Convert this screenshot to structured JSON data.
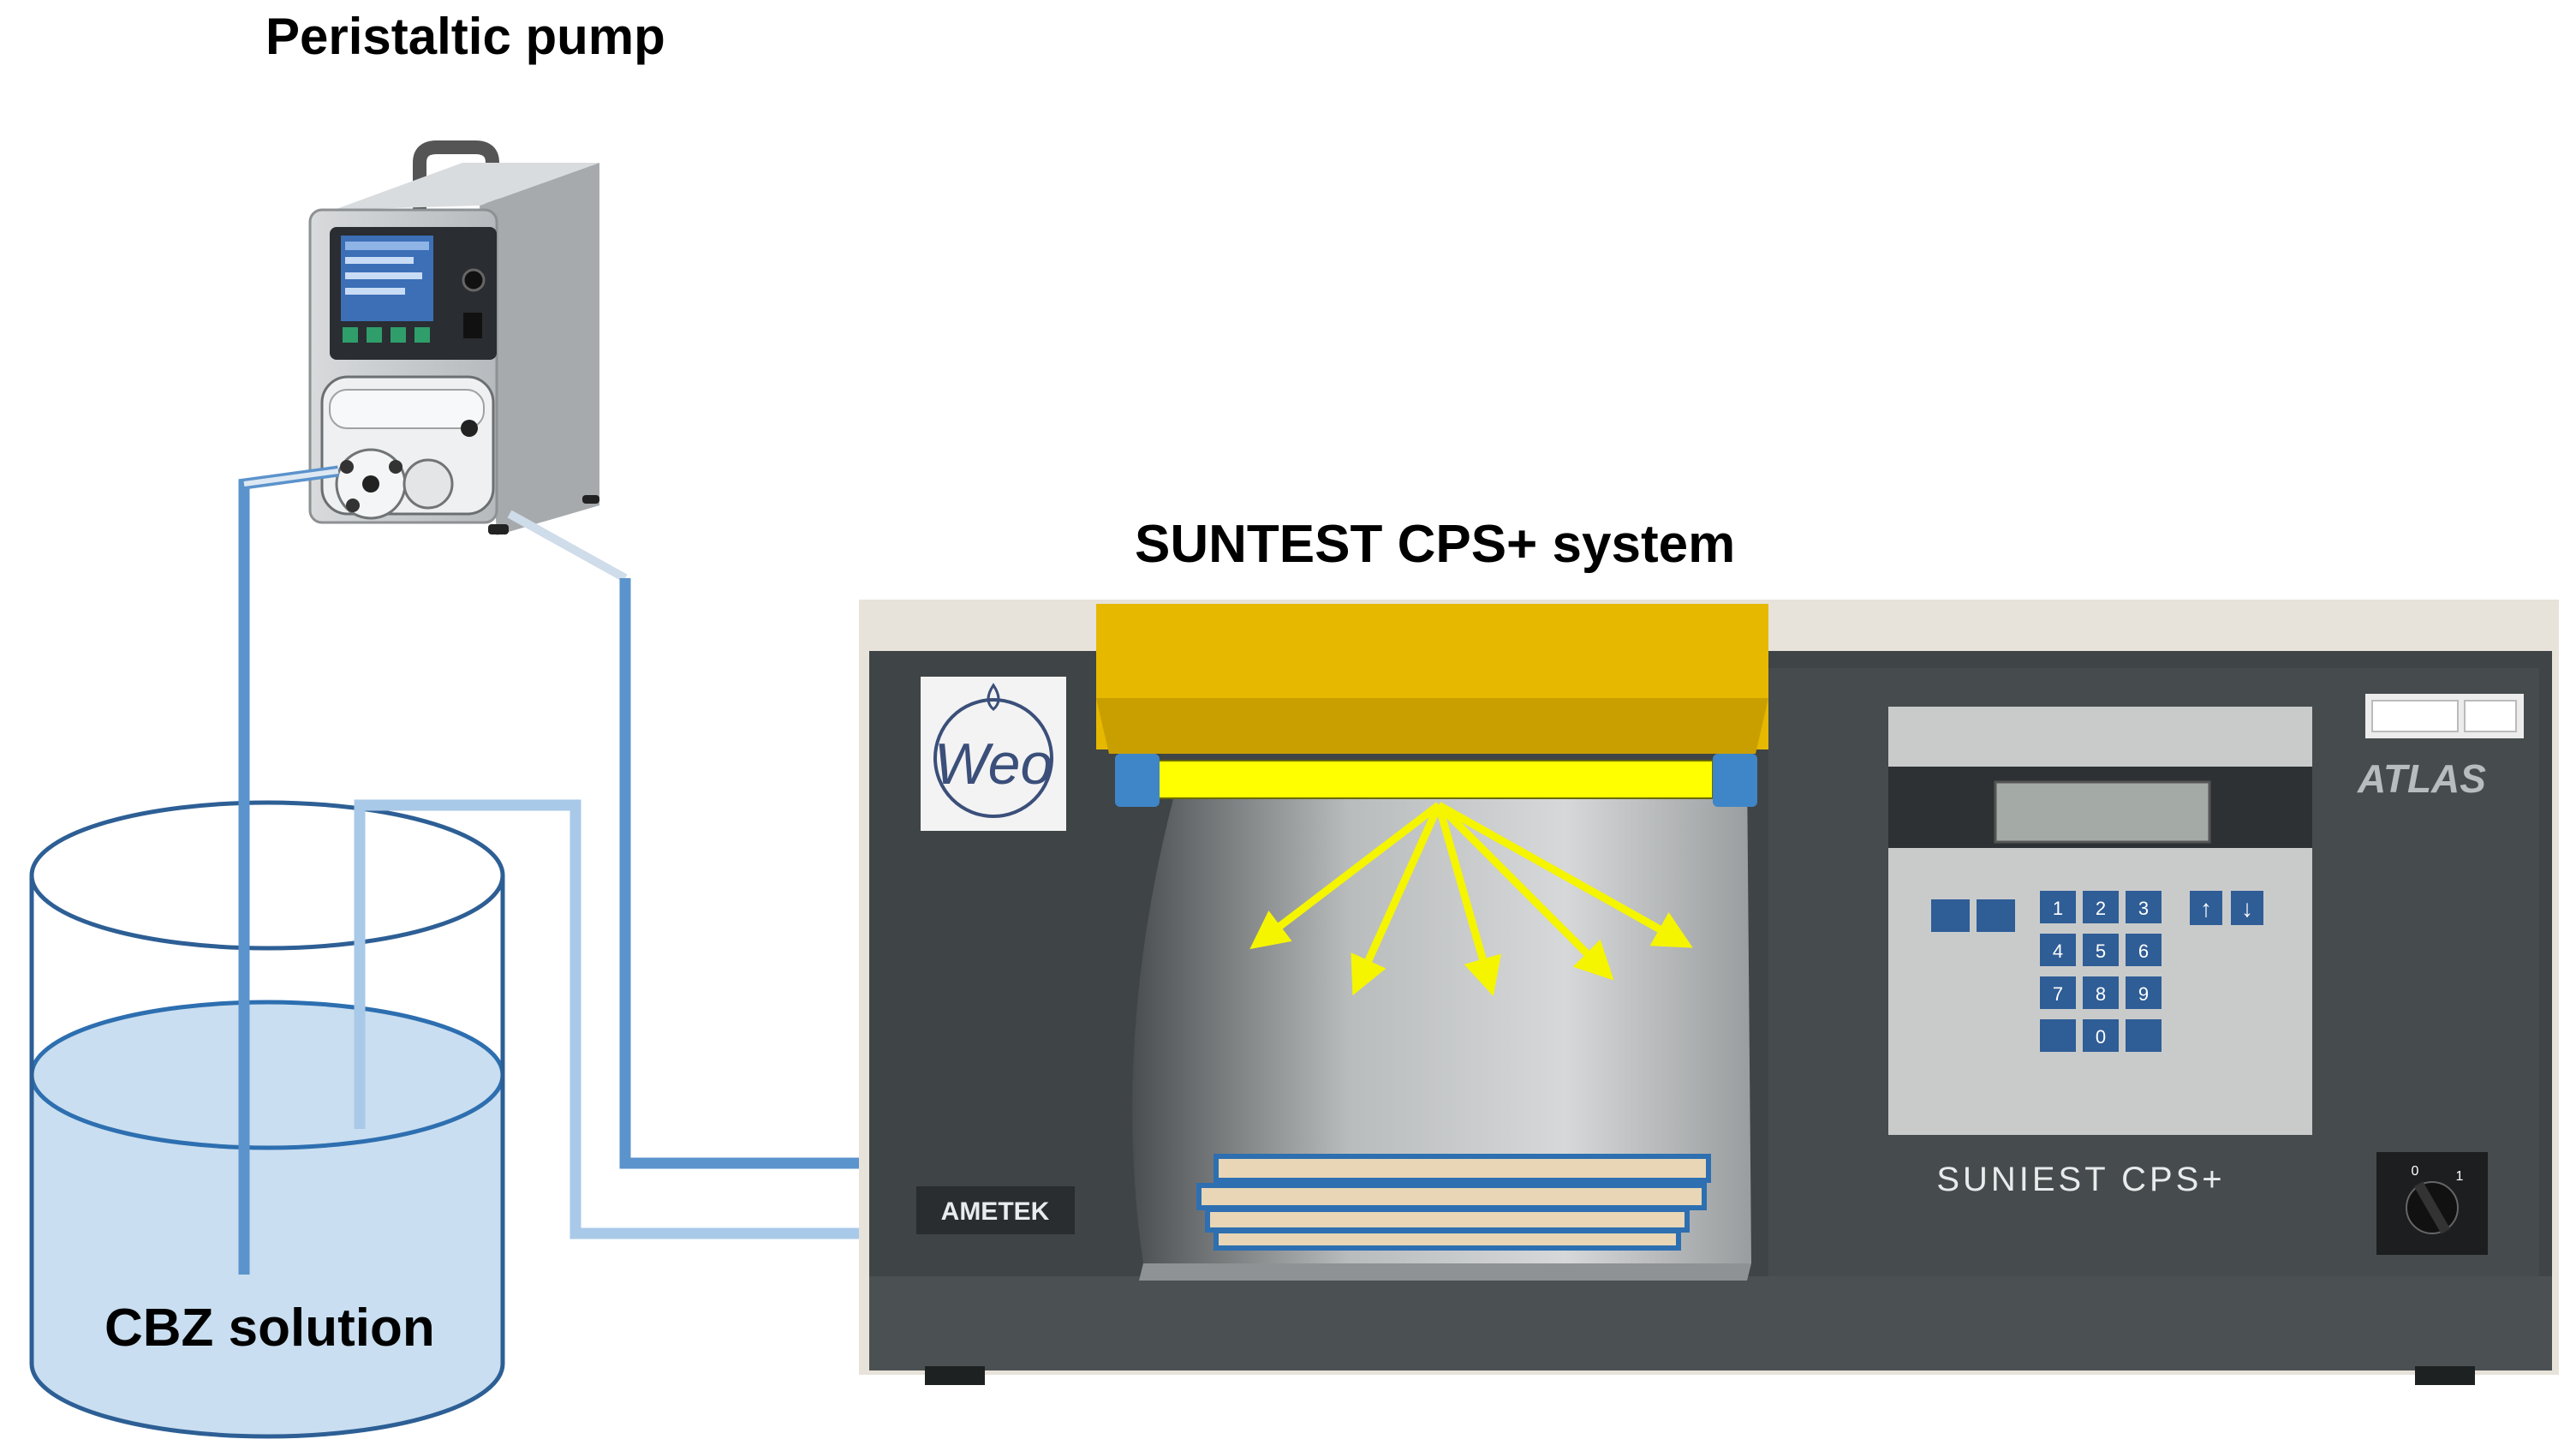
{
  "labels": {
    "pump_title": "Peristaltic pump",
    "suntest_title": "SUNTEST CPS+ system",
    "solution_label": "CBZ solution"
  },
  "device": {
    "brand_panel": "ATLAS",
    "model_plate": "SUNIEST CPS+",
    "manufacturer_badge": "AMETEK",
    "logo_text": "Weo",
    "keypad_keys": [
      "1",
      "2",
      "3",
      "4",
      "5",
      "6",
      "7",
      "8",
      "9",
      "0"
    ],
    "arrow_up": "↑",
    "arrow_down": "↓",
    "switch_marks": [
      "0",
      "1"
    ]
  },
  "colors": {
    "water": "#c9def0",
    "water_edge": "#2d6fb0",
    "tubing": "#5b93cc",
    "tubing_light": "#a9c9e8",
    "light_bar": "#ffff00",
    "light_rays": "#f5f500",
    "housing": "#3f4446",
    "lamp_hood": "#e6b800"
  }
}
